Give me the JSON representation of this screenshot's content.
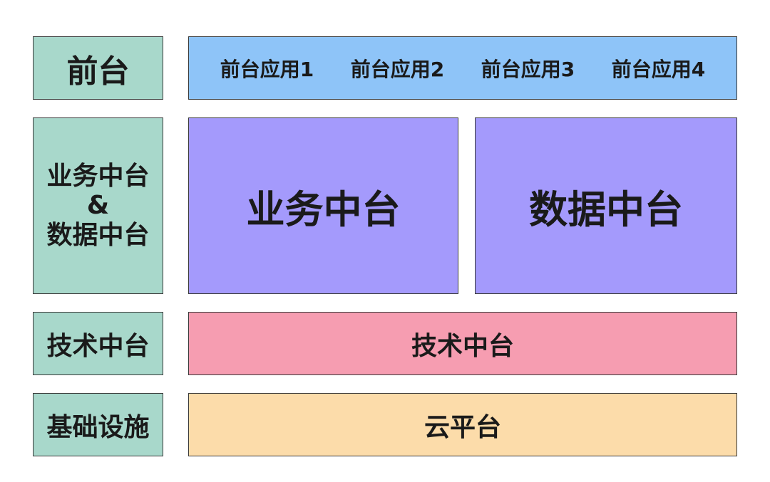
{
  "labels": {
    "front": "前台",
    "mid_line1": "业务中台",
    "mid_line2": "&",
    "mid_line3": "数据中台",
    "tech": "技术中台",
    "infra": "基础设施"
  },
  "front_apps": [
    "前台应用1",
    "前台应用2",
    "前台应用3",
    "前台应用4"
  ],
  "middle": {
    "business": "业务中台",
    "data": "数据中台"
  },
  "tech_layer": "技术中台",
  "cloud_layer": "云平台",
  "colors": {
    "label_bg": "#a8d8cb",
    "front_bg": "#8ec4f8",
    "middle_bg": "#a49afc",
    "tech_bg": "#f69db1",
    "cloud_bg": "#fcdcaa"
  }
}
